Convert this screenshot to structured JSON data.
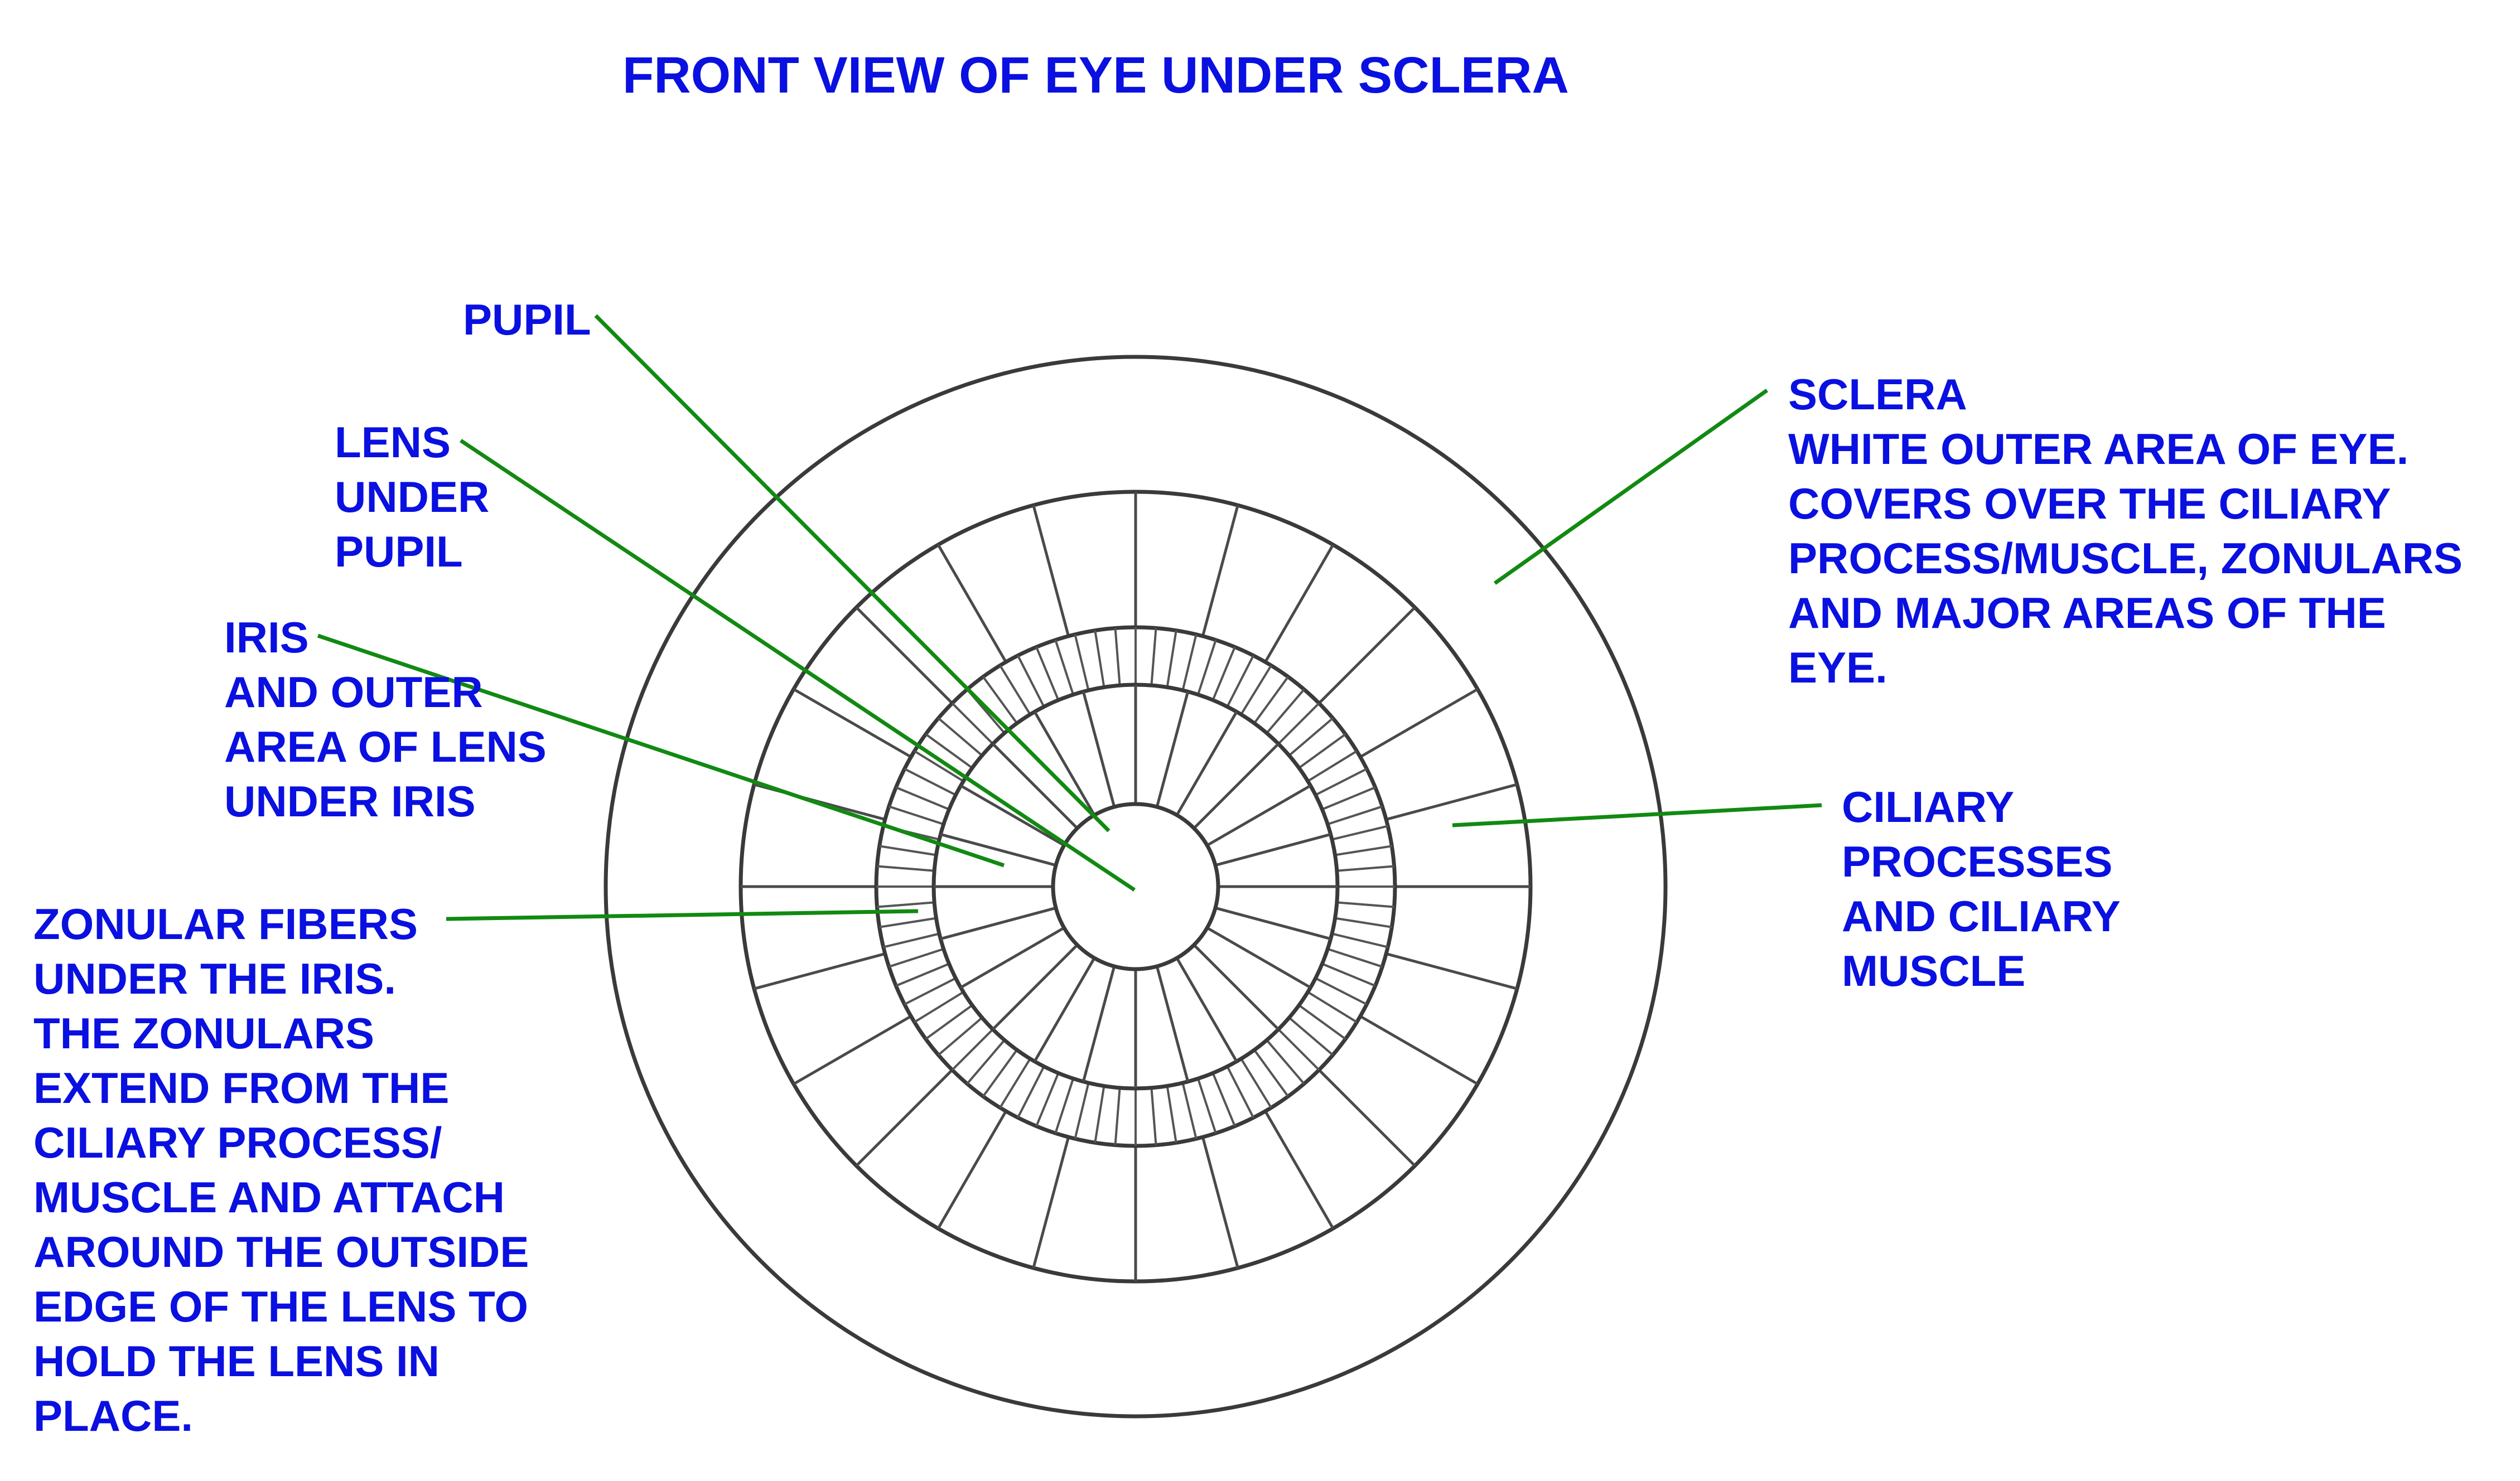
{
  "title": "FRONT VIEW OF EYE UNDER SCLERA",
  "labels": {
    "pupil": [
      "PUPIL"
    ],
    "lens": [
      "LENS",
      "UNDER",
      " PUPIL"
    ],
    "iris": [
      "IRIS",
      "AND OUTER",
      "AREA OF LENS",
      "UNDER IRIS"
    ],
    "zonular": [
      "ZONULAR FIBERS",
      "UNDER THE IRIS.",
      "THE ZONULARS",
      "EXTEND FROM THE",
      "CILIARY PROCESS/",
      "MUSCLE AND ATTACH",
      "AROUND THE OUTSIDE",
      "EDGE OF THE LENS TO",
      "HOLD THE LENS IN",
      "PLACE."
    ],
    "sclera": [
      "SCLERA",
      "WHITE OUTER AREA  OF EYE.",
      "COVERS OVER THE CILIARY",
      "PROCESS/MUSCLE, ZONULARS",
      "AND MAJOR AREAS OF THE",
      "EYE."
    ],
    "ciliary": [
      "CILIARY",
      "PROCESSES",
      "AND CILIARY",
      "MUSCLE"
    ]
  },
  "colors": {
    "label_text": "#0a10e0",
    "leader_lines": "#118a11",
    "drawing": "#3a3a3a",
    "background": "#ffffff"
  },
  "structure": {
    "ciliary_segments": 24,
    "zonular_fibers": 80
  }
}
